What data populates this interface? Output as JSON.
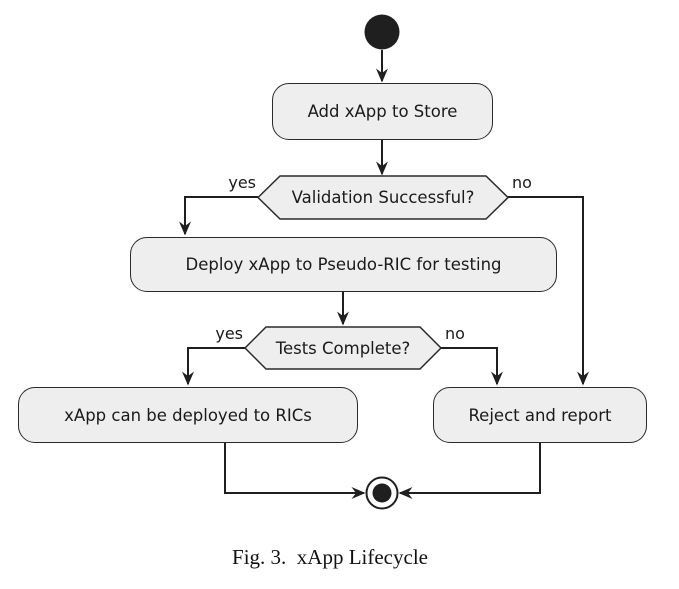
{
  "figure": {
    "caption": "Fig. 3.  xApp Lifecycle"
  },
  "diagram": {
    "type": "uml-activity-flowchart",
    "nodes": {
      "start": {
        "kind": "initial-node"
      },
      "add_store": {
        "label": "Add xApp to Store"
      },
      "validation": {
        "label": "Validation Successful?"
      },
      "deploy_test": {
        "label": "Deploy xApp to Pseudo-RIC for testing"
      },
      "tests": {
        "label": "Tests Complete?"
      },
      "deploy_rics": {
        "label": "xApp can be deployed to RICs"
      },
      "reject": {
        "label": "Reject and report"
      },
      "end": {
        "kind": "final-node"
      }
    },
    "edge_labels": {
      "validation_yes": "yes",
      "validation_no": "no",
      "tests_yes": "yes",
      "tests_no": "no"
    },
    "edges": [
      {
        "from": "start",
        "to": "add_store"
      },
      {
        "from": "add_store",
        "to": "validation"
      },
      {
        "from": "validation",
        "to": "deploy_test",
        "label": "yes"
      },
      {
        "from": "validation",
        "to": "reject",
        "label": "no"
      },
      {
        "from": "deploy_test",
        "to": "tests"
      },
      {
        "from": "tests",
        "to": "deploy_rics",
        "label": "yes"
      },
      {
        "from": "tests",
        "to": "reject",
        "label": "no"
      },
      {
        "from": "deploy_rics",
        "to": "end"
      },
      {
        "from": "reject",
        "to": "end"
      }
    ],
    "colors": {
      "node_fill": "#eeeeee",
      "node_border": "#2a2a2a",
      "edge": "#1f1f1f",
      "text": "#1a1a1a"
    }
  }
}
